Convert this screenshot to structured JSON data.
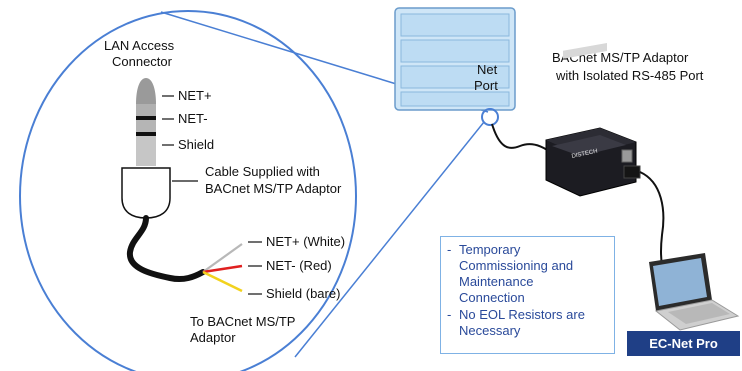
{
  "lan_connector": {
    "label_line1": "LAN Access",
    "label_line2": "Connector"
  },
  "plug_labels": {
    "net_plus": "NET+",
    "net_minus": "NET-",
    "shield": "Shield"
  },
  "cable": {
    "label_line1": "Cable Supplied with",
    "label_line2": "BACnet MS/TP Adaptor"
  },
  "wires": {
    "white": "NET+ (White)",
    "red": "NET- (Red)",
    "bare": "Shield (bare)"
  },
  "to_adaptor": {
    "line1": "To BACnet MS/TP",
    "line2": "Adaptor"
  },
  "net_port": {
    "line1": "Net",
    "line2": "Port"
  },
  "adaptor": {
    "line1": "BACnet MS/TP Adaptor",
    "line2": "with Isolated RS-485 Port",
    "device_brand": "DISTECH"
  },
  "notes": [
    "Temporary\nCommissioning and\nMaintenance\nConnection",
    "No EOL Resistors are\nNecessary"
  ],
  "note_dash": "-",
  "software": "EC-Net Pro",
  "colors": {
    "circle": "#4a7fd4",
    "note_text": "#2a4a9a",
    "badge": "#1f3f86",
    "red_wire": "#e02020",
    "yellow_wire": "#f2d21e"
  }
}
